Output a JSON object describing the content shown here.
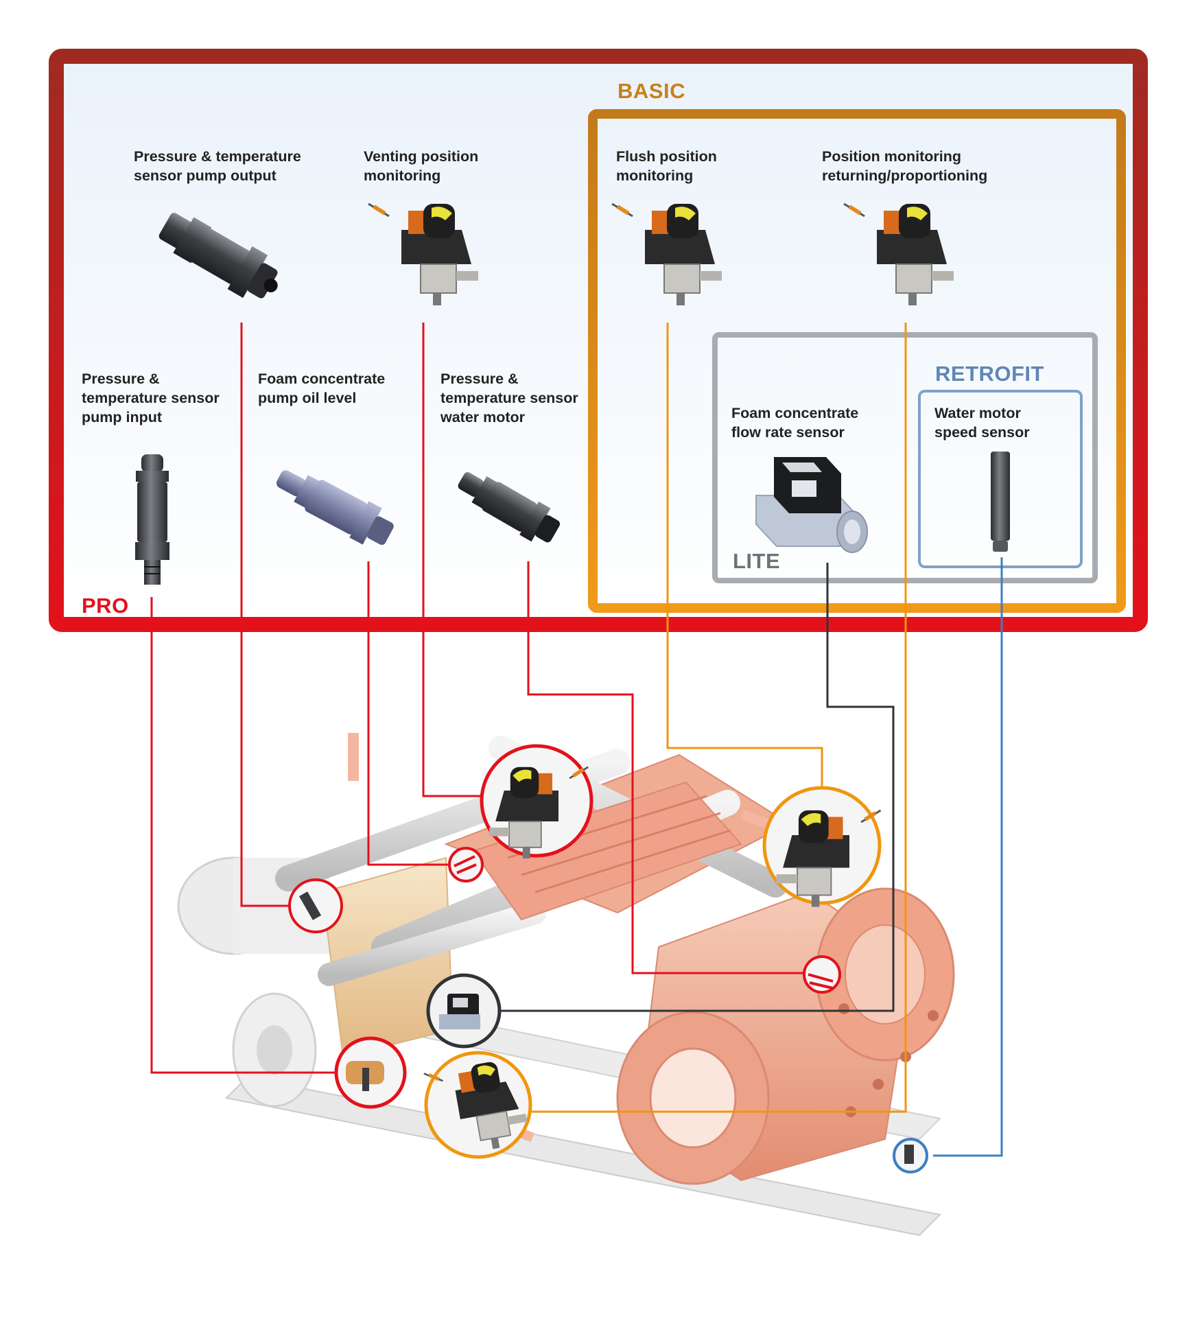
{
  "tiers": {
    "pro": {
      "label": "PRO",
      "color": "#e3111b"
    },
    "basic": {
      "label": "BASIC",
      "color": "#e8870e"
    },
    "lite": {
      "label": "LITE",
      "color": "#6e7276"
    },
    "retrofit": {
      "label": "RETROFIT",
      "color": "#5f86b6"
    }
  },
  "sensors": [
    {
      "id": "pt-pump-output",
      "label": "Pressure & temperature\nsensor pump output",
      "tier": "pro",
      "icon": "pressure-sensor-icon"
    },
    {
      "id": "venting-position",
      "label": "Venting position\nmonitoring",
      "tier": "pro",
      "icon": "position-monitor-icon"
    },
    {
      "id": "flush-position",
      "label": "Flush position\nmonitoring",
      "tier": "basic",
      "icon": "position-monitor-icon"
    },
    {
      "id": "position-returning",
      "label": "Position monitoring\nreturning/proportioning",
      "tier": "basic",
      "icon": "position-monitor-icon"
    },
    {
      "id": "pt-pump-input",
      "label": "Pressure &\ntemperature sensor\npump input",
      "tier": "pro",
      "icon": "pressure-sensor-icon"
    },
    {
      "id": "oil-level",
      "label": "Foam concentrate\npump oil level",
      "tier": "pro",
      "icon": "oil-level-sensor-icon"
    },
    {
      "id": "pt-water-motor",
      "label": "Pressure &\ntemperature sensor\nwater motor",
      "tier": "pro",
      "icon": "pressure-sensor-icon"
    },
    {
      "id": "flow-rate",
      "label": "Foam concentrate\nflow rate sensor",
      "tier": "lite",
      "icon": "flow-rate-sensor-icon"
    },
    {
      "id": "speed-sensor",
      "label": "Water motor\nspeed sensor",
      "tier": "retrofit",
      "icon": "speed-sensor-icon"
    }
  ],
  "machine": {
    "name": "foam-proportioner-assembly-illustration",
    "body_color": "#e58f72"
  }
}
